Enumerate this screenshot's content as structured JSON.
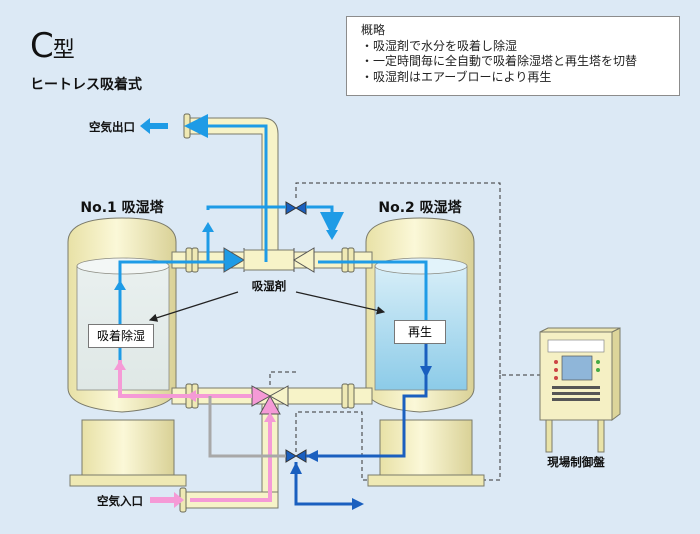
{
  "title": {
    "main": "C",
    "main_suffix": "型",
    "subtitle": "ヒートレス吸着式"
  },
  "notes": {
    "heading": "概略",
    "lines": [
      "・吸湿剤で水分を吸着し除湿",
      "・一定時間毎に全自動で吸着除湿塔と再生塔を切替",
      "・吸湿剤はエアーブローにより再生"
    ]
  },
  "labels": {
    "air_out": "空気出口",
    "air_in": "空気入口",
    "tower1": "No.1 吸湿塔",
    "tower2": "No.2 吸湿塔",
    "desiccant": "吸湿剤",
    "tower1_state": "吸着除湿",
    "tower2_state": "再生",
    "control_panel": "現場制御盤"
  },
  "colors": {
    "background": "#dce9f5",
    "tower_body": "#f5f0c4",
    "tower_edge": "#7a7a6a",
    "pipe_fill": "#f7f3c8",
    "dry_air": "#1e9be6",
    "wet_air": "#f59ad6",
    "regen_air": "#1a5fbf",
    "exhaust": "#a8a8a8",
    "desiccant_bed": "#e6efef",
    "regen_bed": "#a9d8ee",
    "panel": "#f5f0c4"
  }
}
